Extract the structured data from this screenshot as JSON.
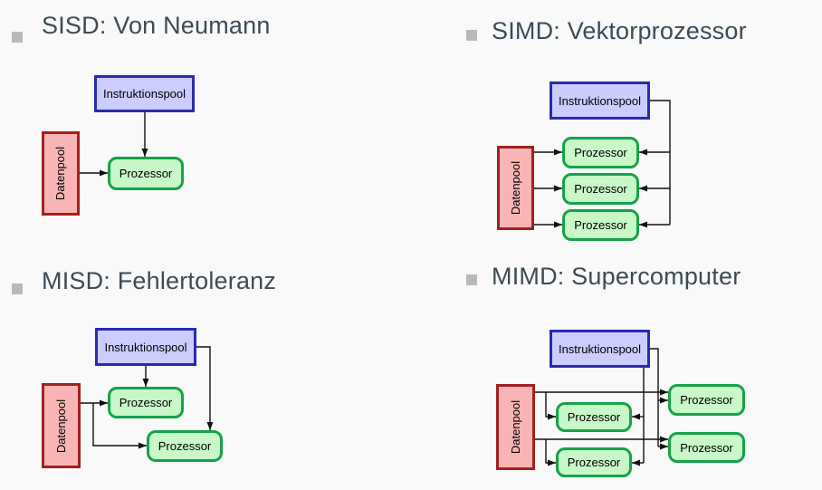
{
  "colors": {
    "background": "#f9f9f9",
    "title_text": "#3c4c56",
    "bullet": "#b9b9b9",
    "instruction_fill": "#ccccff",
    "instruction_border": "#2a2ab0",
    "data_fill": "#f9b5b5",
    "data_border": "#a12121",
    "processor_fill": "#c8f7c8",
    "processor_border": "#16a24a",
    "wire": "#111111",
    "box_text": "#000000"
  },
  "quadrants": [
    {
      "key": "sisd",
      "title": "SISD: Von Neumann",
      "instruction_pool": "Instruktionspool",
      "data_pool": "Datenpool",
      "processors": [
        "Prozessor"
      ]
    },
    {
      "key": "simd",
      "title": "SIMD: Vektorprozessor",
      "instruction_pool": "Instruktionspool",
      "data_pool": "Datenpool",
      "processors": [
        "Prozessor",
        "Prozessor",
        "Prozessor"
      ]
    },
    {
      "key": "misd",
      "title": "MISD: Fehlertoleranz",
      "instruction_pool": "Instruktionspool",
      "data_pool": "Datenpool",
      "processors": [
        "Prozessor",
        "Prozessor"
      ]
    },
    {
      "key": "mimd",
      "title": "MIMD: Supercomputer",
      "instruction_pool": "Instruktionspool",
      "data_pool": "Datenpool",
      "processors": [
        "Prozessor",
        "Prozessor",
        "Prozessor",
        "Prozessor"
      ]
    }
  ]
}
